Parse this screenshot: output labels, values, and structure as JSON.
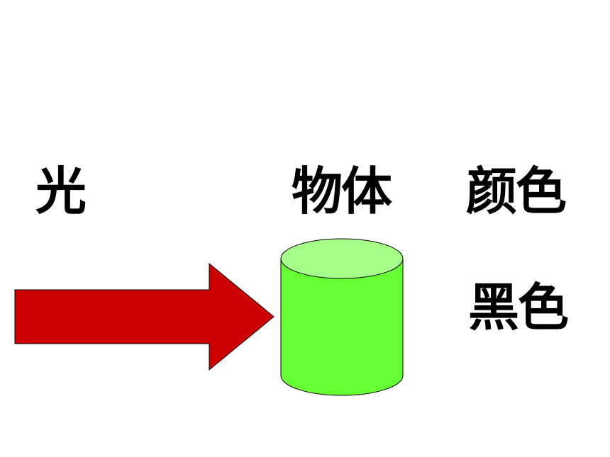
{
  "labels": {
    "light": "光",
    "object": "物体",
    "color": "颜色",
    "result": "黑色"
  },
  "colors": {
    "arrow_fill": "#cc0000",
    "cylinder_body": "#66ff33",
    "cylinder_top": "#a6ff88",
    "outline": "#000000",
    "text": "#000000"
  },
  "icons": {
    "arrow": "arrow-right-icon",
    "cylinder": "cylinder-shape"
  }
}
